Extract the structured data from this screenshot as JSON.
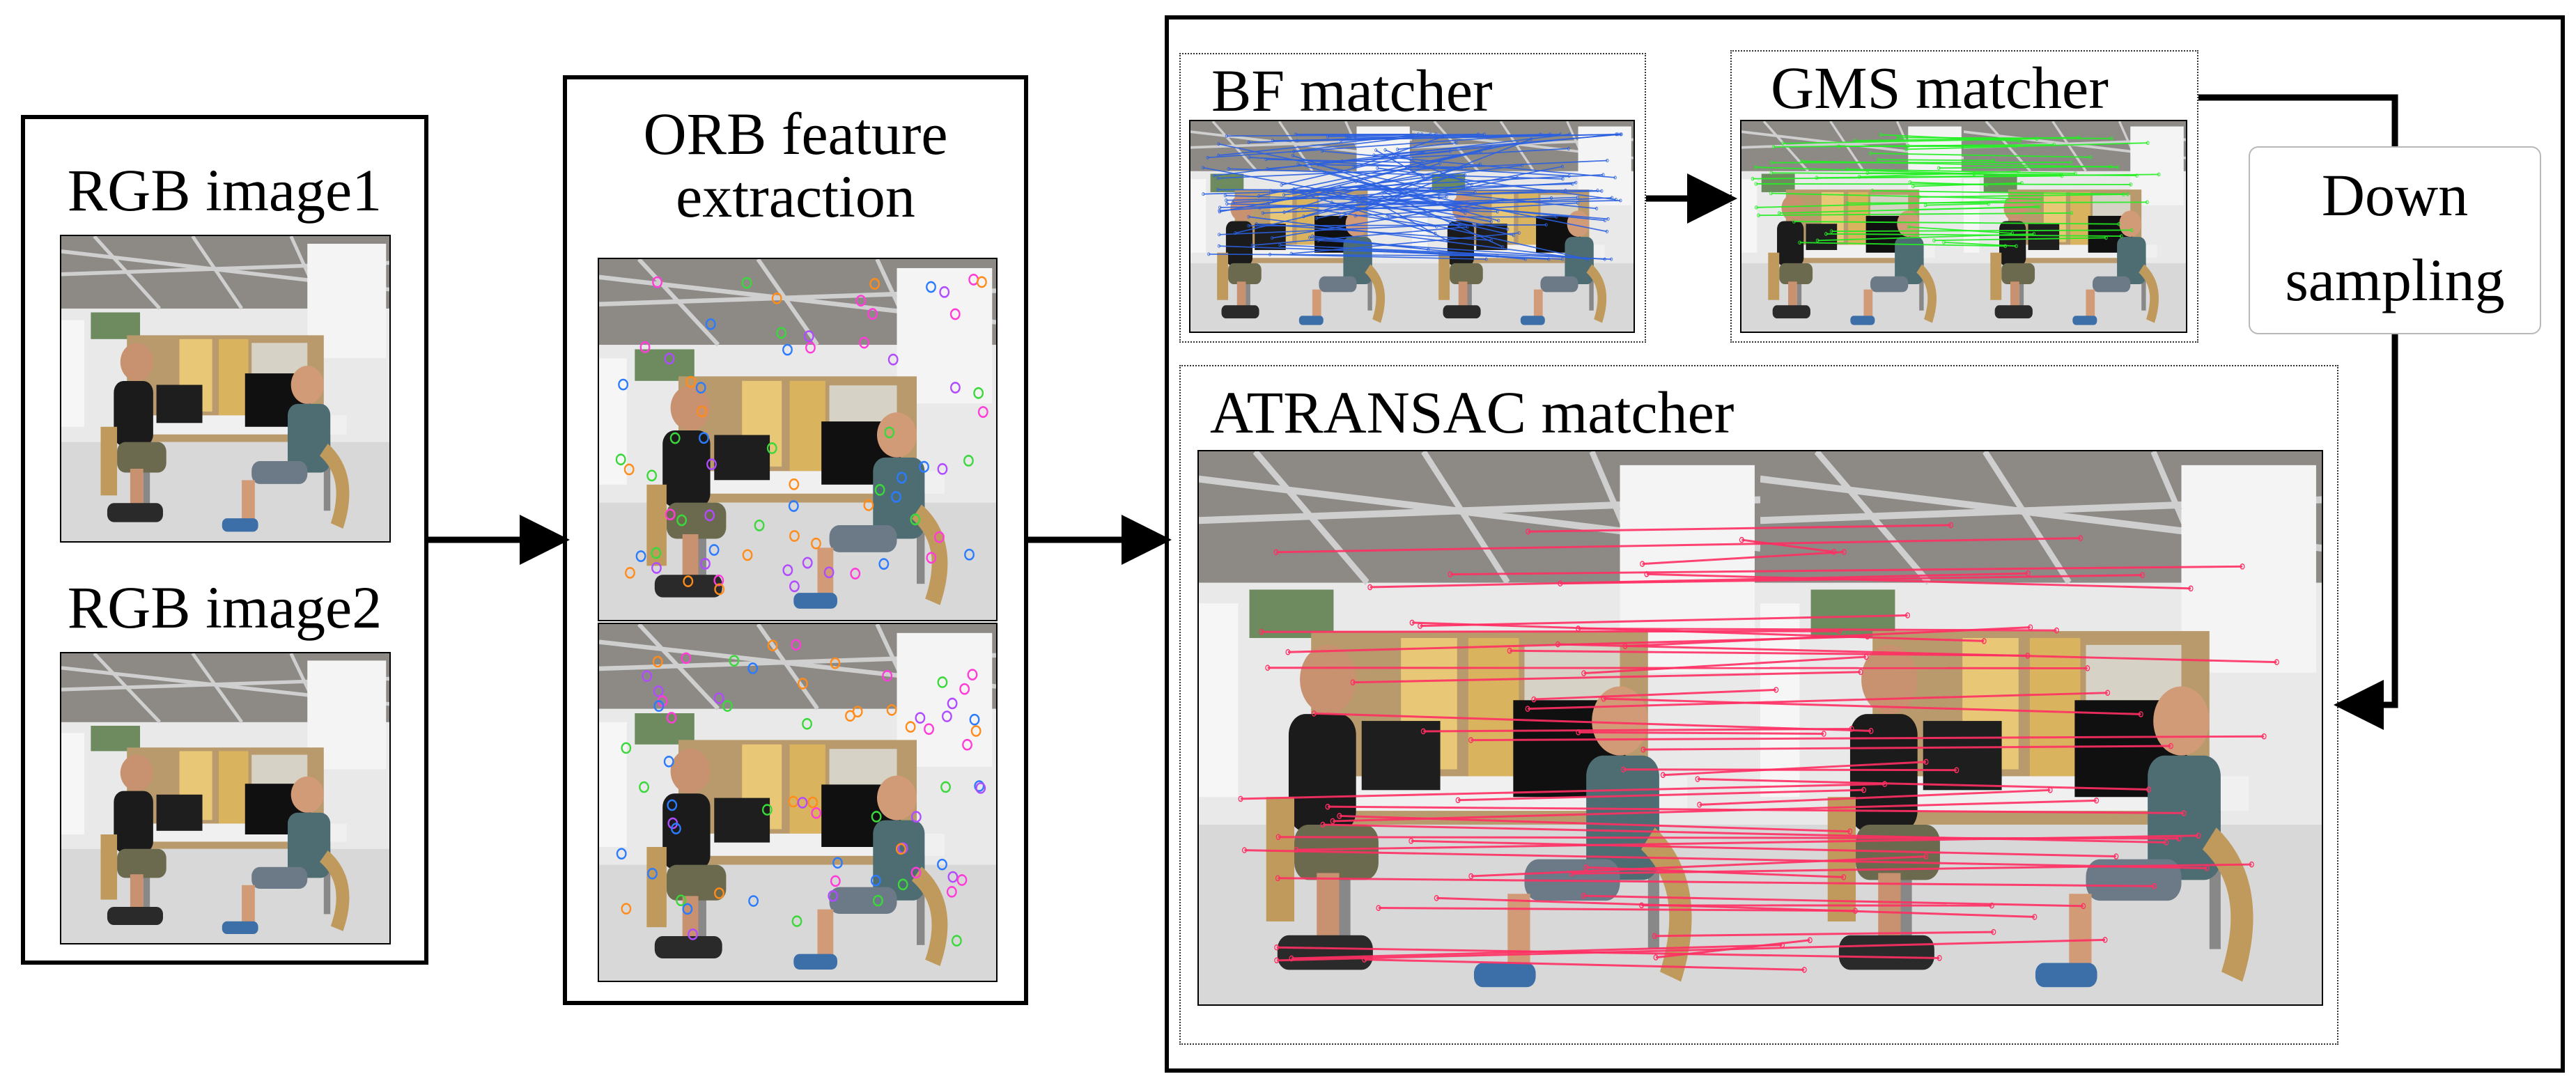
{
  "input_panel": {
    "image1_label": "RGB image1",
    "image2_label": "RGB image2"
  },
  "orb_panel": {
    "title_line1": "ORB feature",
    "title_line2": "extraction"
  },
  "bf_panel": {
    "title": "BF matcher",
    "match_color": "#2a5fe0"
  },
  "gms_panel": {
    "title": "GMS matcher",
    "match_color": "#22ee22"
  },
  "down_sampling": {
    "line1": "Down",
    "line2": "sampling"
  },
  "atransac_panel": {
    "title": "ATRANSAC matcher",
    "match_color": "#ff2f63"
  },
  "keypoint_colors": [
    "#ff3bd8",
    "#3bd83b",
    "#2b7bff",
    "#ff8c1a",
    "#b04bff"
  ]
}
